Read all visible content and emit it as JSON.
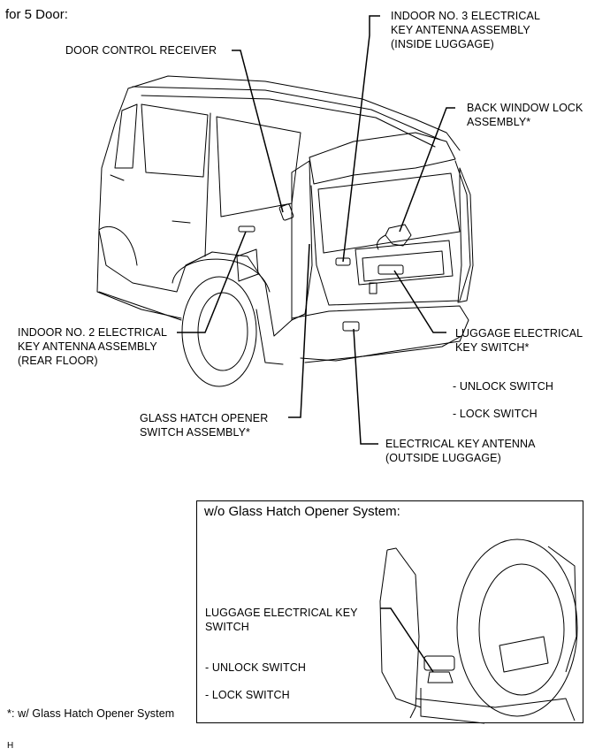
{
  "heading": "for 5 Door:",
  "labels": {
    "door_control_receiver": "DOOR CONTROL RECEIVER",
    "indoor3": [
      "INDOOR NO. 3 ELECTRICAL",
      "KEY ANTENNA ASSEMBLY",
      "(INSIDE LUGGAGE)"
    ],
    "back_window_lock": [
      "BACK WINDOW LOCK",
      "ASSEMBLY*"
    ],
    "indoor2": [
      "INDOOR NO. 2 ELECTRICAL",
      "KEY ANTENNA ASSEMBLY",
      "(REAR FLOOR)"
    ],
    "luggage_switch": [
      "LUGGAGE ELECTRICAL",
      "KEY SWITCH*"
    ],
    "unlock_switch": "- UNLOCK SWITCH",
    "lock_switch": "- LOCK SWITCH",
    "glass_hatch": [
      "GLASS HATCH OPENER",
      "SWITCH ASSEMBLY*"
    ],
    "electrical_key_antenna": [
      "ELECTRICAL KEY ANTENNA",
      "(OUTSIDE LUGGAGE)"
    ]
  },
  "inset": {
    "title": "w/o Glass Hatch Opener System:",
    "luggage_switch": [
      "LUGGAGE ELECTRICAL KEY",
      "SWITCH"
    ],
    "unlock_switch": "- UNLOCK SWITCH",
    "lock_switch": "- LOCK SWITCH"
  },
  "footnote": "*: w/ Glass Hatch Opener System",
  "figure_code": "H"
}
